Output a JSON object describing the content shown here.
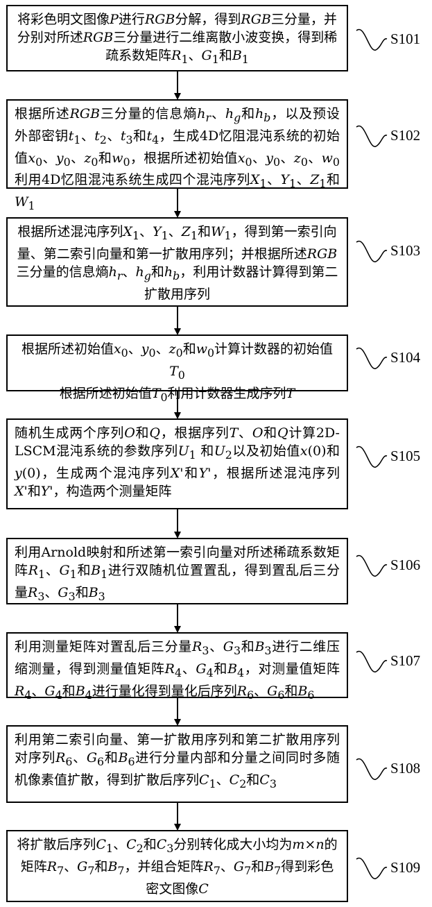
{
  "steps": [
    {
      "id": "S101",
      "html": "将彩色明文图像<i>P</i>进行<i>RGB</i>分解，得到<i>RGB</i>三分量，并分别对所述<i>RGB</i>三分量进行二维离散小波变换，得到稀疏系数矩阵<i>R</i><sub>1</sub>、<i>G</i><sub>1</sub>和<i>B</i><sub>1</sub>"
    },
    {
      "id": "S102",
      "html": "根据所述<i>RGB</i>三分量的信息熵<i>h<sub>r</sub></i>、<i>h<sub>g</sub></i>和<i>h<sub>b</sub></i>，以及预设外部密钥<i>t</i><sub>1</sub>、<i>t</i><sub>2</sub>、<i>t</i><sub>3</sub>和<i>t</i><sub>4</sub>，生成4D忆阻混沌系统的初始值<i>x</i><sub>0</sub>、<i>y</i><sub>0</sub>、<i>z</i><sub>0</sub>和<i>w</i><sub>0</sub>，根据所述初始值<i>x</i><sub>0</sub>、<i>y</i><sub>0</sub>、<i>z</i><sub>0</sub>、<i>w</i><sub>0</sub>利用4D忆阻混沌系统生成四个混沌序列<i>X</i><sub>1</sub>、<i>Y</i><sub>1</sub>、<i>Z</i><sub>1</sub>和<i>W</i><sub>1</sub>"
    },
    {
      "id": "S103",
      "html": "根据所述混沌序列<i>X</i><sub>1</sub>、<i>Y</i><sub>1</sub>、<i>Z</i><sub>1</sub>和<i>W</i><sub>1</sub>，得到第一索引向量、第二索引向量和第一扩散用序列；并根据所述<i>RGB</i>三分量的信息熵<i>h<sub>r</sub></i>、<i>h<sub>g</sub></i>和<i>h<sub>b</sub></i>，利用计数器计算得到第二扩散用序列"
    },
    {
      "id": "S104",
      "html": "根据所述初始值<i>x</i><sub>0</sub>、<i>y</i><sub>0</sub>、<i>z</i><sub>0</sub>和<i>w</i><sub>0</sub>计算计数器的初始值<i>T</i><sub>0</sub><br>根据所述初始值<i>T</i><sub>0</sub>利用计数器生成序列<i>T</i>"
    },
    {
      "id": "S105",
      "html": "随机生成两个序列<i>O</i>和<i>Q</i>，根据序列<i>T</i>、<i>O</i>和<i>Q</i>计算2D-LSCM混沌系统的参数序列<i>U</i><sub>1</sub> 和<i>U</i><sub>2</sub>以及初始值<i>x</i>(0)和<i>y</i>(0)，生成两个混沌序列<i>X'</i>和<i>Y'</i>，根据所述混沌序列<i>X'</i>和<i>Y'</i>，构造两个测量矩阵"
    },
    {
      "id": "S106",
      "html": "利用Arnold映射和所述第一索引向量对所述稀疏系数矩阵<i>R</i><sub>1</sub>、<i>G</i><sub>1</sub>和<i>B</i><sub>1</sub>进行双随机位置置乱，得到置乱后三分量<i>R</i><sub>3</sub>、<i>G</i><sub>3</sub>和<i>B</i><sub>3</sub>"
    },
    {
      "id": "S107",
      "html": "利用测量矩阵对置乱后三分量<i>R</i><sub>3</sub>、<i>G</i><sub>3</sub>和<i>B</i><sub>3</sub>进行二维压缩测量，得到测量值矩阵<i>R</i><sub>4</sub>、<i>G</i><sub>4</sub>和<i>B</i><sub>4</sub>，对测量值矩阵<i>R</i><sub>4</sub>、<i>G</i><sub>4</sub>和<i>B</i><sub>4</sub>进行量化得到量化后序列<i>R</i><sub>6</sub>、<i>G</i><sub>6</sub>和<i>B</i><sub>6</sub>"
    },
    {
      "id": "S108",
      "html": "利用第二索引向量、第一扩散用序列和第二扩散用序列对序列<i>R</i><sub>6</sub>、<i>G</i><sub>6</sub>和<i>B</i><sub>6</sub>进行分量内部和分量之间同时多随机像素值扩散，得到扩散后序列<i>C</i><sub>1</sub>、<i>C</i><sub>2</sub>和<i>C</i><sub>3</sub>"
    },
    {
      "id": "S109",
      "html": "将扩散后序列<i>C</i><sub>1</sub>、<i>C</i><sub>2</sub>和<i>C</i><sub>3</sub>分别转化成大小均为<i>m</i>×<i>n</i>的矩阵<i>R</i><sub>7</sub>、<i>G</i><sub>7</sub>和<i>B</i><sub>7</sub>，并组合矩阵<i>R</i><sub>7</sub>、<i>G</i><sub>7</sub>和<i>B</i><sub>7</sub>得到彩色密文图像<i>C</i>"
    }
  ]
}
